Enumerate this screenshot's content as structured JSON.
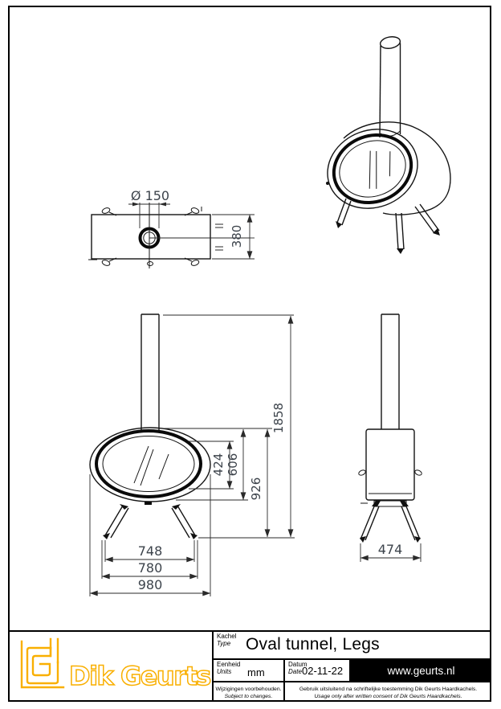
{
  "drawing": {
    "product": "wood stove technical drawing",
    "dimensions": {
      "flue_diameter": "Ø 150",
      "depth": "380",
      "total_height": "1858",
      "body_height": "926",
      "door_height": "606",
      "glass_height": "424",
      "feet_inner_width": "748",
      "feet_outer_width": "780",
      "overall_width": "980",
      "side_feet_width": "474"
    }
  },
  "title_block": {
    "type_label_nl": "Kachel",
    "type_label_en": "Type",
    "type_value": "Oval tunnel, Legs",
    "units_label_nl": "Eenheid",
    "units_label_en": "Units",
    "units_value": "mm",
    "date_label_nl": "Datum",
    "date_label_en": "Date",
    "date_value": "02-11-22",
    "website": "www.geurts.nl",
    "notice_changes_nl": "Wijzigingen voorbehouden.",
    "notice_changes_en": "Subject to changes.",
    "notice_consent_nl": "Gebruik uitsluitend na schriftelijke toestemming Dik Geurts Haardkachels.",
    "notice_consent_en": "Usage only after written consent of Dik Geurts Haardkachels."
  },
  "logo": {
    "brand": "Dik Geurts",
    "color": "#F9AF00"
  }
}
